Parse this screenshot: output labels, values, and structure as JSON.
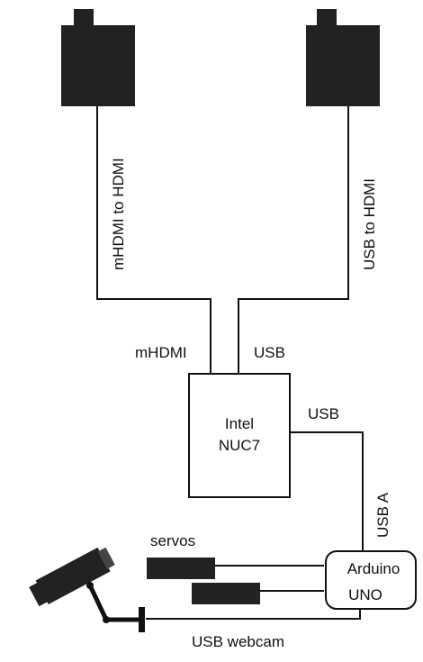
{
  "nodes": {
    "nuc": {
      "line1": "Intel",
      "line2": "NUC7"
    },
    "arduino": {
      "line1": "Arduino",
      "line2": "UNO"
    }
  },
  "cables": {
    "left_vertical": "mHDMI to HDMI",
    "right_vertical": "USB to HDMI",
    "mhdmi": "mHDMI",
    "usb_top": "USB",
    "usb_side": "USB",
    "usb_a": "USB A",
    "webcam": "USB webcam"
  },
  "components": {
    "servos": "servos"
  },
  "icons": [
    "display-icon-left",
    "display-icon-right",
    "servo-icon",
    "webcam-icon"
  ]
}
